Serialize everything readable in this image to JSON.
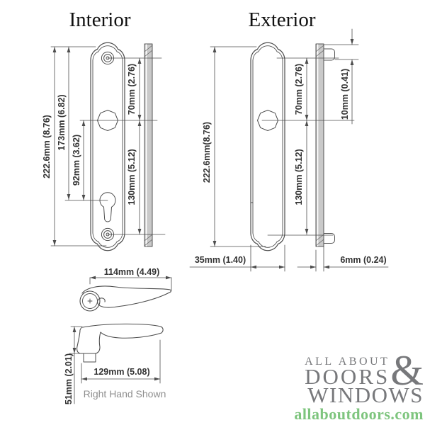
{
  "drawing": {
    "titles": {
      "interior": "Interior",
      "exterior": "Exterior"
    },
    "dims": {
      "interior_overall": "222.6mm (8.76)",
      "interior_top_to_cylinder": "173mm (6.82)",
      "interior_spindle_to_cylinder": "92mm (3.62)",
      "interior_screw_to_spindle": "70mm (2.76)",
      "interior_spindle_to_bottom_screw": "130mm (5.12)",
      "exterior_overall": "222.6mm(8.76)",
      "exterior_screw_to_spindle": "70mm (2.76)",
      "exterior_spindle_to_bottom_screw": "130mm (5.12)",
      "exterior_tab": "10mm (0.41)",
      "exterior_width": "35mm (1.40)",
      "exterior_thickness": "6mm (0.24)",
      "handle_top_length": "114mm (4.49)",
      "handle_side_length": "129mm (5.08)",
      "handle_height": "51mm (2.01)"
    },
    "note": "Right Hand Shown"
  },
  "logo": {
    "line1": "ALL ABOUT",
    "ampersand": "&",
    "line2": "DOORS",
    "line3": "WINDOWS",
    "url": "allaboutdoors.com"
  },
  "colors": {
    "line": "#4d4d4d",
    "dim_text": "#333333",
    "logo_gray": "#77787b",
    "logo_green": "#7ec57e"
  }
}
